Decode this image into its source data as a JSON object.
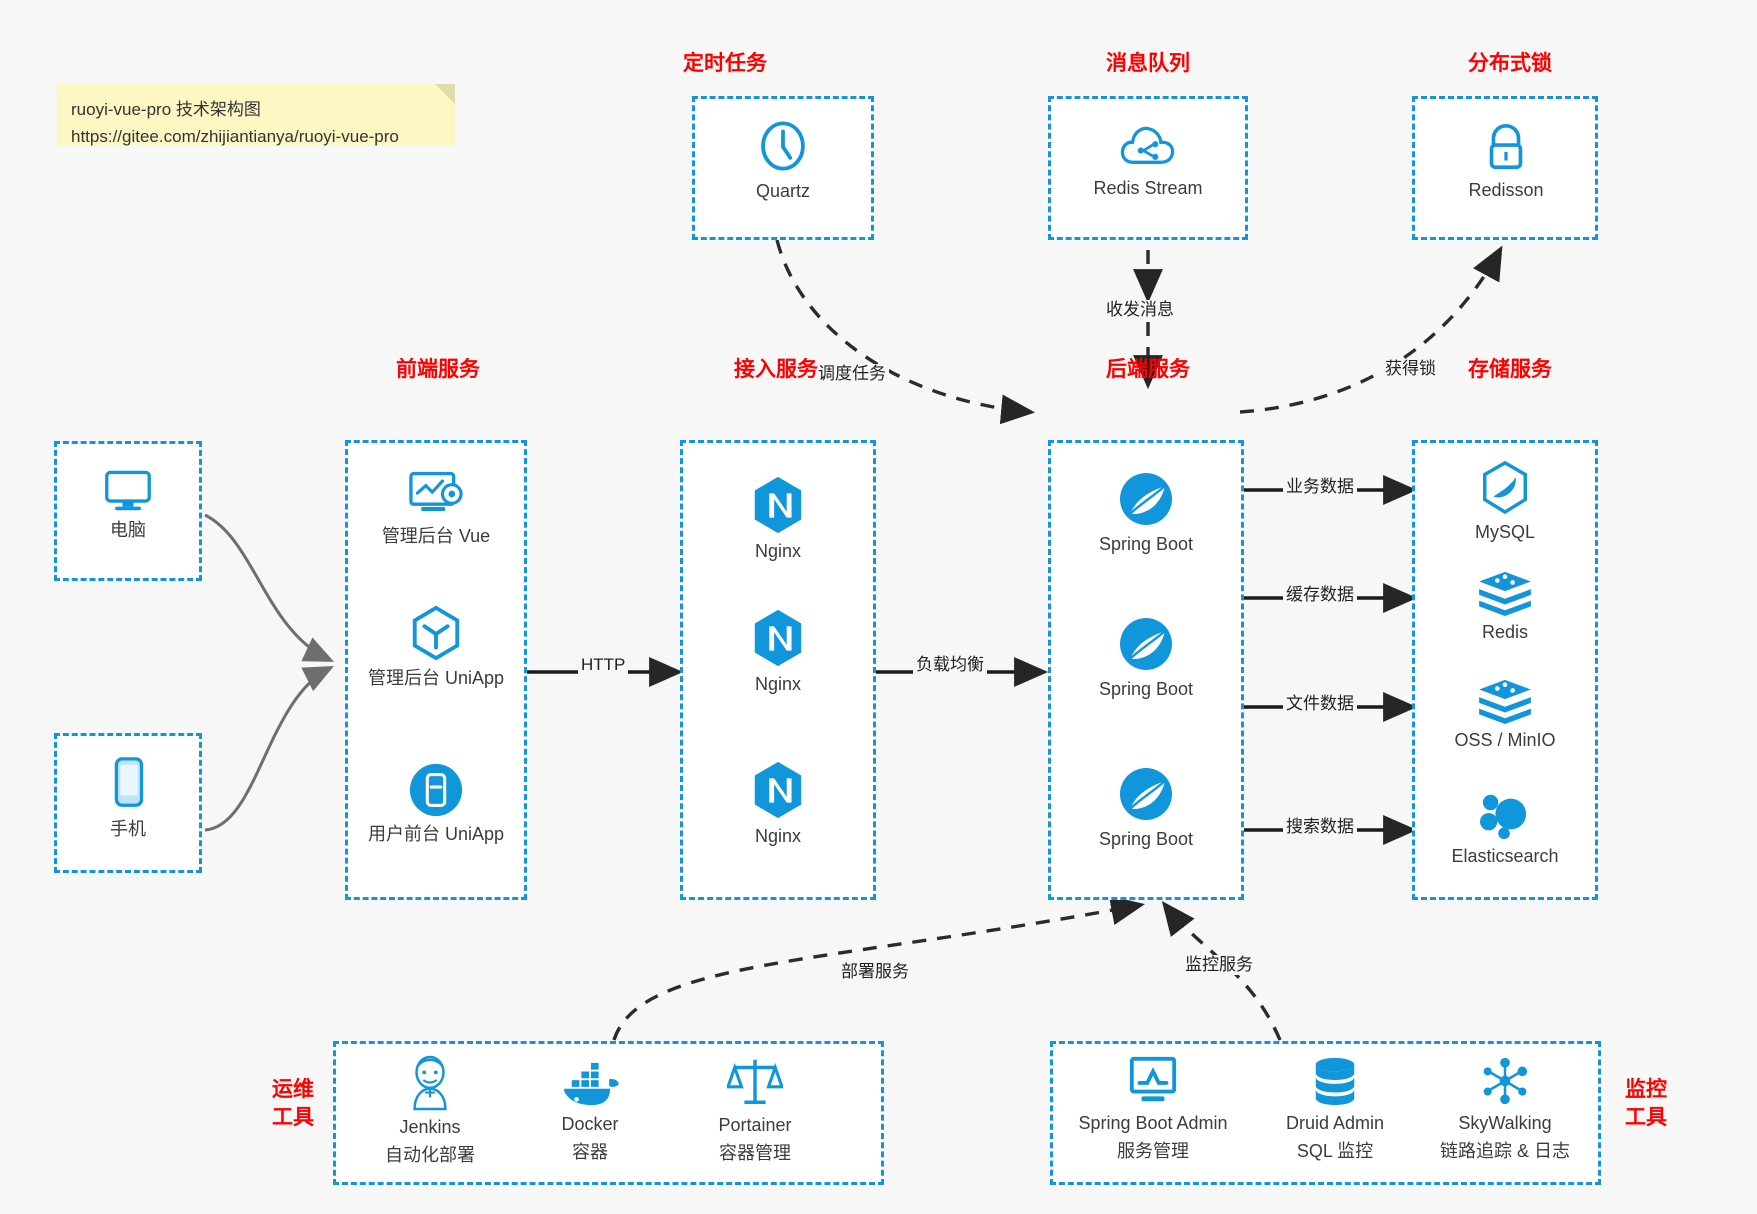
{
  "note": {
    "line1": "ruoyi-vue-pro 技术架构图",
    "line2": "https://gitee.com/zhijiantianya/ruoyi-vue-pro"
  },
  "colors": {
    "accent": "#1296db",
    "title": "#ff0000",
    "background": "#f7f7f7",
    "box_fill": "#ffffff",
    "edge": "#222222",
    "note_bg": "#fdf7c3"
  },
  "groups": {
    "scheduled_task": {
      "title": "定时任务",
      "items": [
        {
          "icon": "clock-icon",
          "label": "Quartz"
        }
      ]
    },
    "message_queue": {
      "title": "消息队列",
      "items": [
        {
          "icon": "cloud-stream-icon",
          "label": "Redis Stream"
        }
      ]
    },
    "distributed_lock": {
      "title": "分布式锁",
      "items": [
        {
          "icon": "lock-icon",
          "label": "Redisson"
        }
      ]
    },
    "clients": {
      "items": [
        {
          "icon": "desktop-icon",
          "label": "电脑"
        },
        {
          "icon": "mobile-icon",
          "label": "手机"
        }
      ]
    },
    "frontend": {
      "title": "前端服务",
      "items": [
        {
          "icon": "dashboard-vue-icon",
          "label": "管理后台 Vue"
        },
        {
          "icon": "uniapp-hex-icon",
          "label": "管理后台 UniApp"
        },
        {
          "icon": "mobile-app-icon",
          "label": "用户前台 UniApp"
        }
      ]
    },
    "gateway": {
      "title": "接入服务",
      "items": [
        {
          "icon": "nginx-icon",
          "label": "Nginx"
        },
        {
          "icon": "nginx-icon",
          "label": "Nginx"
        },
        {
          "icon": "nginx-icon",
          "label": "Nginx"
        }
      ]
    },
    "backend": {
      "title": "后端服务",
      "items": [
        {
          "icon": "spring-boot-icon",
          "label": "Spring Boot"
        },
        {
          "icon": "spring-boot-icon",
          "label": "Spring Boot"
        },
        {
          "icon": "spring-boot-icon",
          "label": "Spring Boot"
        }
      ]
    },
    "storage": {
      "title": "存储服务",
      "items": [
        {
          "icon": "mysql-icon",
          "label": "MySQL"
        },
        {
          "icon": "redis-icon",
          "label": "Redis"
        },
        {
          "icon": "oss-icon",
          "label": "OSS / MinIO"
        },
        {
          "icon": "elasticsearch-icon",
          "label": "Elasticsearch"
        }
      ]
    },
    "devops": {
      "title_line1": "运维",
      "title_line2": "工具",
      "items": [
        {
          "icon": "jenkins-icon",
          "label": "Jenkins",
          "sub": "自动化部署"
        },
        {
          "icon": "docker-icon",
          "label": "Docker",
          "sub": "容器"
        },
        {
          "icon": "portainer-icon",
          "label": "Portainer",
          "sub": "容器管理"
        }
      ]
    },
    "monitoring": {
      "title_line1": "监控",
      "title_line2": "工具",
      "items": [
        {
          "icon": "spring-boot-admin-icon",
          "label": "Spring Boot Admin",
          "sub": "服务管理"
        },
        {
          "icon": "druid-db-icon",
          "label": "Druid Admin",
          "sub": "SQL 监控"
        },
        {
          "icon": "skywalking-icon",
          "label": "SkyWalking",
          "sub": "链路追踪 & 日志"
        }
      ]
    }
  },
  "edges": [
    {
      "name": "schedule-task",
      "label": "调度任务"
    },
    {
      "name": "send-receive-message",
      "label": "收发消息"
    },
    {
      "name": "acquire-lock",
      "label": "获得锁"
    },
    {
      "name": "http",
      "label": "HTTP"
    },
    {
      "name": "load-balance",
      "label": "负载均衡"
    },
    {
      "name": "business-data",
      "label": "业务数据"
    },
    {
      "name": "cache-data",
      "label": "缓存数据"
    },
    {
      "name": "file-data",
      "label": "文件数据"
    },
    {
      "name": "search-data",
      "label": "搜索数据"
    },
    {
      "name": "deploy-service",
      "label": "部署服务"
    },
    {
      "name": "monitor-service",
      "label": "监控服务"
    }
  ]
}
